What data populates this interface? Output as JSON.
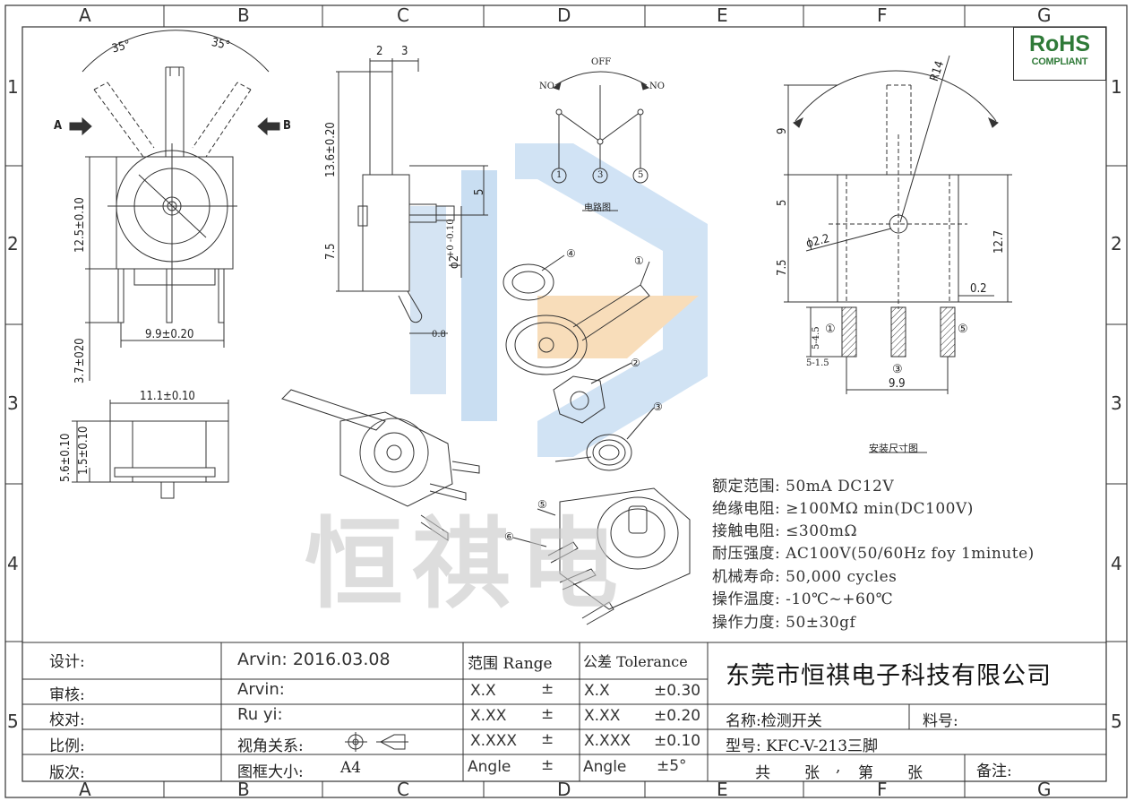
{
  "zones": {
    "cols": [
      "A",
      "B",
      "C",
      "D",
      "E",
      "F",
      "G"
    ],
    "rows": [
      "1",
      "2",
      "3",
      "4",
      "5"
    ]
  },
  "rohs": {
    "line1": "RoHS",
    "line2": "COMPLIANT"
  },
  "front_view": {
    "angle_left": "35°",
    "angle_right": "35°",
    "arrow_a": "A",
    "arrow_b": "B",
    "dim_height": "12.5±0.10",
    "dim_pins": "3.7±020",
    "dim_width": "9.9±0.20"
  },
  "side_view": {
    "dim_2": "2",
    "dim_3": "3",
    "dim_13_6": "13.6±0.20",
    "dim_5": "5",
    "dim_7_5": "7.5",
    "dim_phi": "ϕ2",
    "dim_phi_tol": "+0 -0.10",
    "dim_0_8": "0.8"
  },
  "bottom_view": {
    "dim_width": "11.1±0.10",
    "dim_5_6": "5.6±0.10",
    "dim_1_5": "1.5±0.10"
  },
  "circuit": {
    "off": "OFF",
    "no_left": "NO",
    "no_right": "NO",
    "pins": [
      "1",
      "3",
      "5"
    ],
    "caption": "电路图"
  },
  "exploded": {
    "labels": [
      "①",
      "②",
      "③",
      "④",
      "⑤",
      "⑥"
    ]
  },
  "mount": {
    "r14": "R14",
    "dim_9": "9",
    "dim_5": "5",
    "dim_7_5": "7.5",
    "dim_phi": "ϕ2.2",
    "dim_12_7": "12.7",
    "dim_0_2": "0.2",
    "dim_5_45": "5-4.5",
    "dim_5_15": "5-1.5",
    "dim_9_9": "9.9",
    "pin1": "①",
    "pin3": "③",
    "pin5": "⑤",
    "caption": "安装尺寸图"
  },
  "specs": [
    "额定范围: 50mA DC12V",
    "绝缘电阻: ≥100MΩ min(DC100V)",
    "接触电阻: ≤300mΩ",
    "耐压强度: AC100V(50/60Hz  foy  1minute)",
    "机械寿命: 50,000 cycles",
    "操作温度: -10℃~+60℃",
    "操作力度: 50±30gf"
  ],
  "watermark": "恒祺电",
  "title_block": {
    "design_label": "设计:",
    "design_value": "Arvin:  2016.03.08",
    "review_label": "审核:",
    "review_value": "Arvin:",
    "check_label": "校对:",
    "check_value": "Ru yi:",
    "scale_label": "比例:",
    "view_label": "视角关系:",
    "version_label": "版次:",
    "frame_label": "图框大小:",
    "frame_value": "A4",
    "range_header": "范围 Range",
    "tol_header": "公差 Tolerance",
    "rows": [
      {
        "range": "X.X",
        "pm": "±",
        "tol_fmt": "X.X",
        "tol": "±0.30"
      },
      {
        "range": "X.XX",
        "pm": "±",
        "tol_fmt": "X.XX",
        "tol": "±0.20"
      },
      {
        "range": "X.XXX",
        "pm": "±",
        "tol_fmt": "X.XXX",
        "tol": "±0.10"
      },
      {
        "range": "Angle",
        "pm": "±",
        "tol_fmt": "Angle",
        "tol": "±5°"
      }
    ],
    "company": "东莞市恒祺电子科技有限公司",
    "name_label": "名称:检测开关",
    "part_label": "料号:",
    "model_label": "型号: KFC-V-213三脚",
    "sheet_total": "共",
    "sheet_unit1": "张",
    "sheet_sep": ",",
    "sheet_no": "第",
    "sheet_unit2": "张",
    "remark_label": "备注:"
  }
}
